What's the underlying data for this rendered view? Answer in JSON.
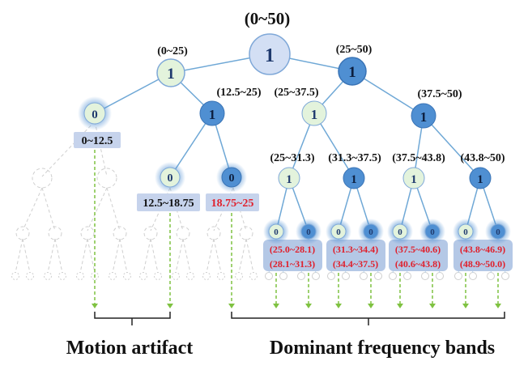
{
  "root": {
    "range": "(0~50)",
    "value": "1"
  },
  "level1": [
    {
      "range": "(0~25)",
      "value": "1"
    },
    {
      "range": "(25~50)",
      "value": "1"
    }
  ],
  "level2": [
    {
      "range": "0~12.5",
      "value": "0"
    },
    {
      "range": "(12.5~25)",
      "value": "1"
    },
    {
      "range": "(25~37.5)",
      "value": "1"
    },
    {
      "range": "(37.5~50)",
      "value": "1"
    }
  ],
  "level3_left": [
    {
      "range": "12.5~18.75",
      "value": "0"
    },
    {
      "range": "18.75~25",
      "value": "0"
    }
  ],
  "level3_right": [
    {
      "range": "(25~31.3)",
      "value": "1"
    },
    {
      "range": "(31.3~37.5)",
      "value": "1"
    },
    {
      "range": "(37.5~43.8)",
      "value": "1"
    },
    {
      "range": "(43.8~50)",
      "value": "1"
    }
  ],
  "level4_values": [
    "0",
    "0",
    "0",
    "0",
    "0",
    "0",
    "0",
    "0"
  ],
  "band_boxes": [
    {
      "top": "(25.0~28.1)",
      "bottom": "(28.1~31.3)"
    },
    {
      "top": "(31.3~34.4)",
      "bottom": "(34.4~37.5)"
    },
    {
      "top": "(37.5~40.6)",
      "bottom": "(40.6~43.8)"
    },
    {
      "top": "(43.8~46.9)",
      "bottom": "(48.9~50.0)"
    }
  ],
  "captions": {
    "motion_artifact": "Motion artifact",
    "dominant_bands": "Dominant frequency bands"
  },
  "colors": {
    "root_fill": "#d3dff4",
    "light_fill": "#e3f3dc",
    "dark_fill": "#4f8fd2",
    "edge": "#6fa8d6",
    "ghost": "#cccccc",
    "highlight_box": "#c6d3ec",
    "band_box": "#b4c8e6",
    "red_text": "#e0202c",
    "arrow": "#7fc241"
  }
}
